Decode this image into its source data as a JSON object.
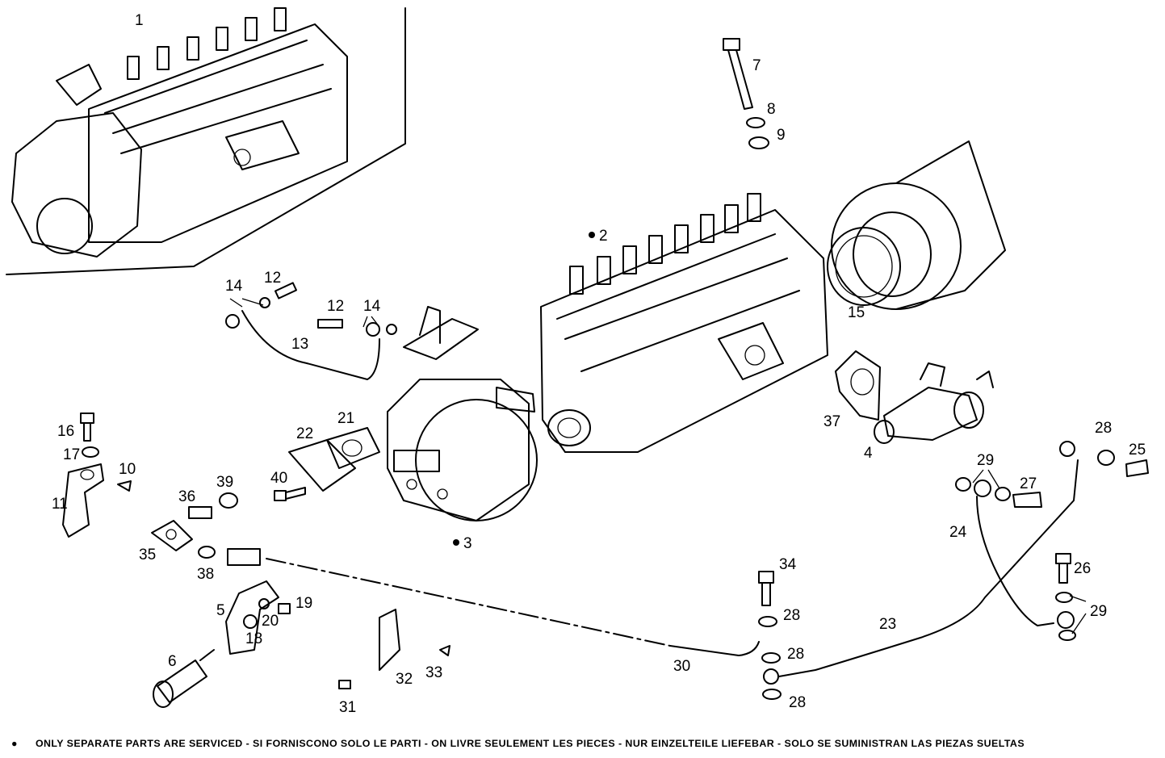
{
  "callouts": {
    "c1": "1",
    "c2": "2",
    "c3": "3",
    "c4": "4",
    "c5": "5",
    "c6": "6",
    "c7": "7",
    "c8": "8",
    "c9": "9",
    "c10": "10",
    "c11": "11",
    "c12a": "12",
    "c12b": "12",
    "c13": "13",
    "c14a": "14",
    "c14b": "14",
    "c15": "15",
    "c16": "16",
    "c17": "17",
    "c18": "18",
    "c19": "19",
    "c20": "20",
    "c21": "21",
    "c22": "22",
    "c23": "23",
    "c24": "24",
    "c25": "25",
    "c26": "26",
    "c27": "27",
    "c28a": "28",
    "c28b": "28",
    "c28c": "28",
    "c28d": "28",
    "c29a": "29",
    "c29b": "29",
    "c30": "30",
    "c31": "31",
    "c32": "32",
    "c33": "33",
    "c34": "34",
    "c35": "35",
    "c36": "36",
    "c37": "37",
    "c38": "38",
    "c39": "39",
    "c40": "40"
  },
  "footer": {
    "bullet": "●",
    "note": "ONLY SEPARATE PARTS ARE SERVICED - SI FORNISCONO SOLO LE PARTI - ON LIVRE SEULEMENT LES PIECES - NUR EINZELTEILE LIEFEBAR - SOLO SE SUMINISTRAN LAS PIEZAS SUELTAS"
  }
}
